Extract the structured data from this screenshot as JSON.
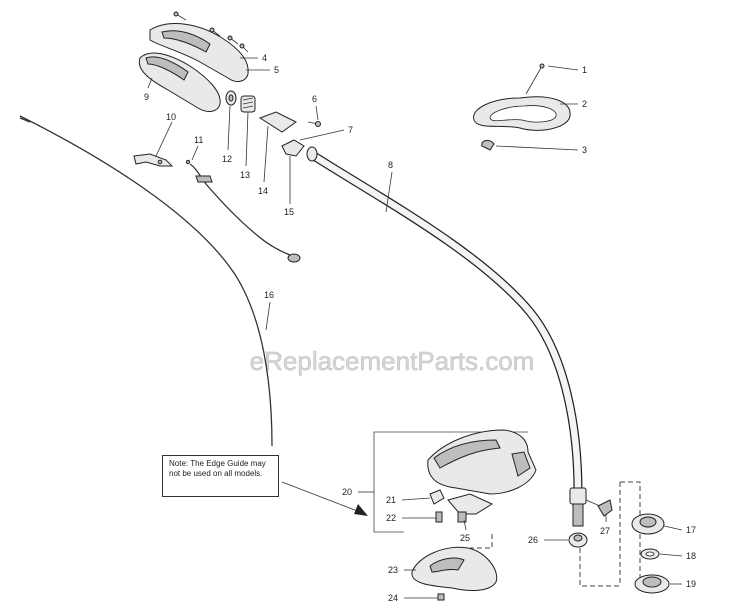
{
  "watermark": "eReplacementParts.com",
  "note": "Note: The Edge Guide may not be used on all models.",
  "callouts": [
    "1",
    "2",
    "3",
    "4",
    "5",
    "6",
    "7",
    "8",
    "9",
    "10",
    "11",
    "12",
    "13",
    "14",
    "15",
    "16",
    "17",
    "18",
    "19",
    "20",
    "21",
    "22",
    "23",
    "24",
    "25",
    "26",
    "27"
  ]
}
